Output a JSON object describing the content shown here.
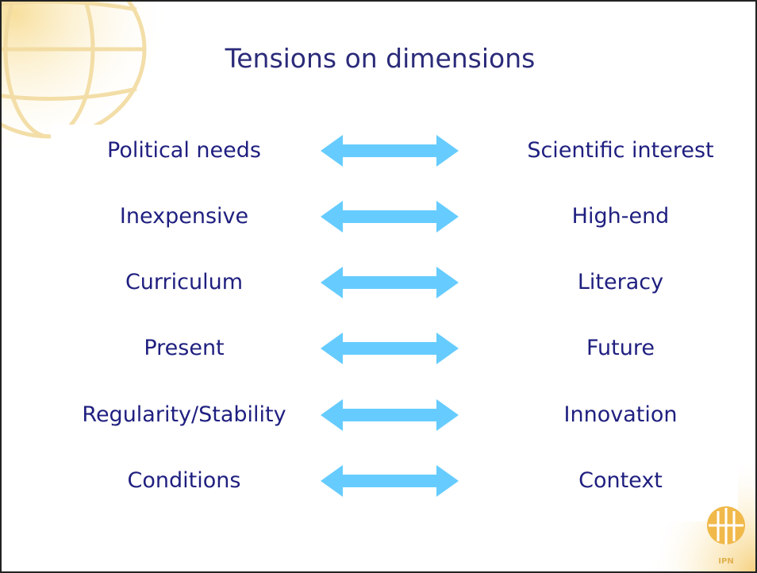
{
  "slide": {
    "title": "Tensions on dimensions",
    "arrow_color": "#66ccff",
    "pairs": [
      {
        "left": "Political needs",
        "right": "Scientific interest"
      },
      {
        "left": "Inexpensive",
        "right": "High-end"
      },
      {
        "left": "Curriculum",
        "right": "Literacy"
      },
      {
        "left": "Present",
        "right": "Future"
      },
      {
        "left": "Regularity/Stability",
        "right": "Innovation"
      },
      {
        "left": "Conditions",
        "right": "Context"
      }
    ],
    "logo_text": "IPN"
  }
}
